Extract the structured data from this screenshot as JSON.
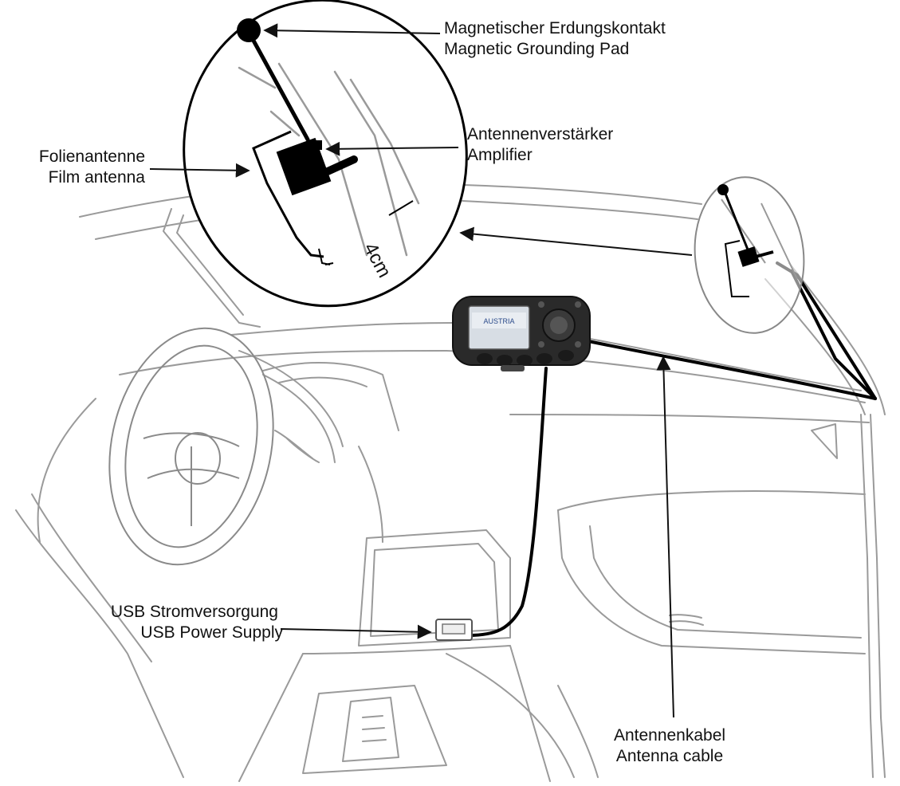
{
  "labels": {
    "grounding_pad": {
      "de": "Magnetischer Erdungskontakt",
      "en": "Magnetic Grounding Pad"
    },
    "amplifier": {
      "de": "Antennenverstärker",
      "en": "Amplifier"
    },
    "film_antenna": {
      "de": "Folienantenne",
      "en": "Film antenna"
    },
    "usb_power": {
      "de": "USB Stromversorgung",
      "en": "USB Power Supply"
    },
    "antenna_cable": {
      "de": "Antennenkabel",
      "en": "Antenna cable"
    }
  },
  "dimension": "4cm",
  "device_screen_text": "AUSTRIA"
}
